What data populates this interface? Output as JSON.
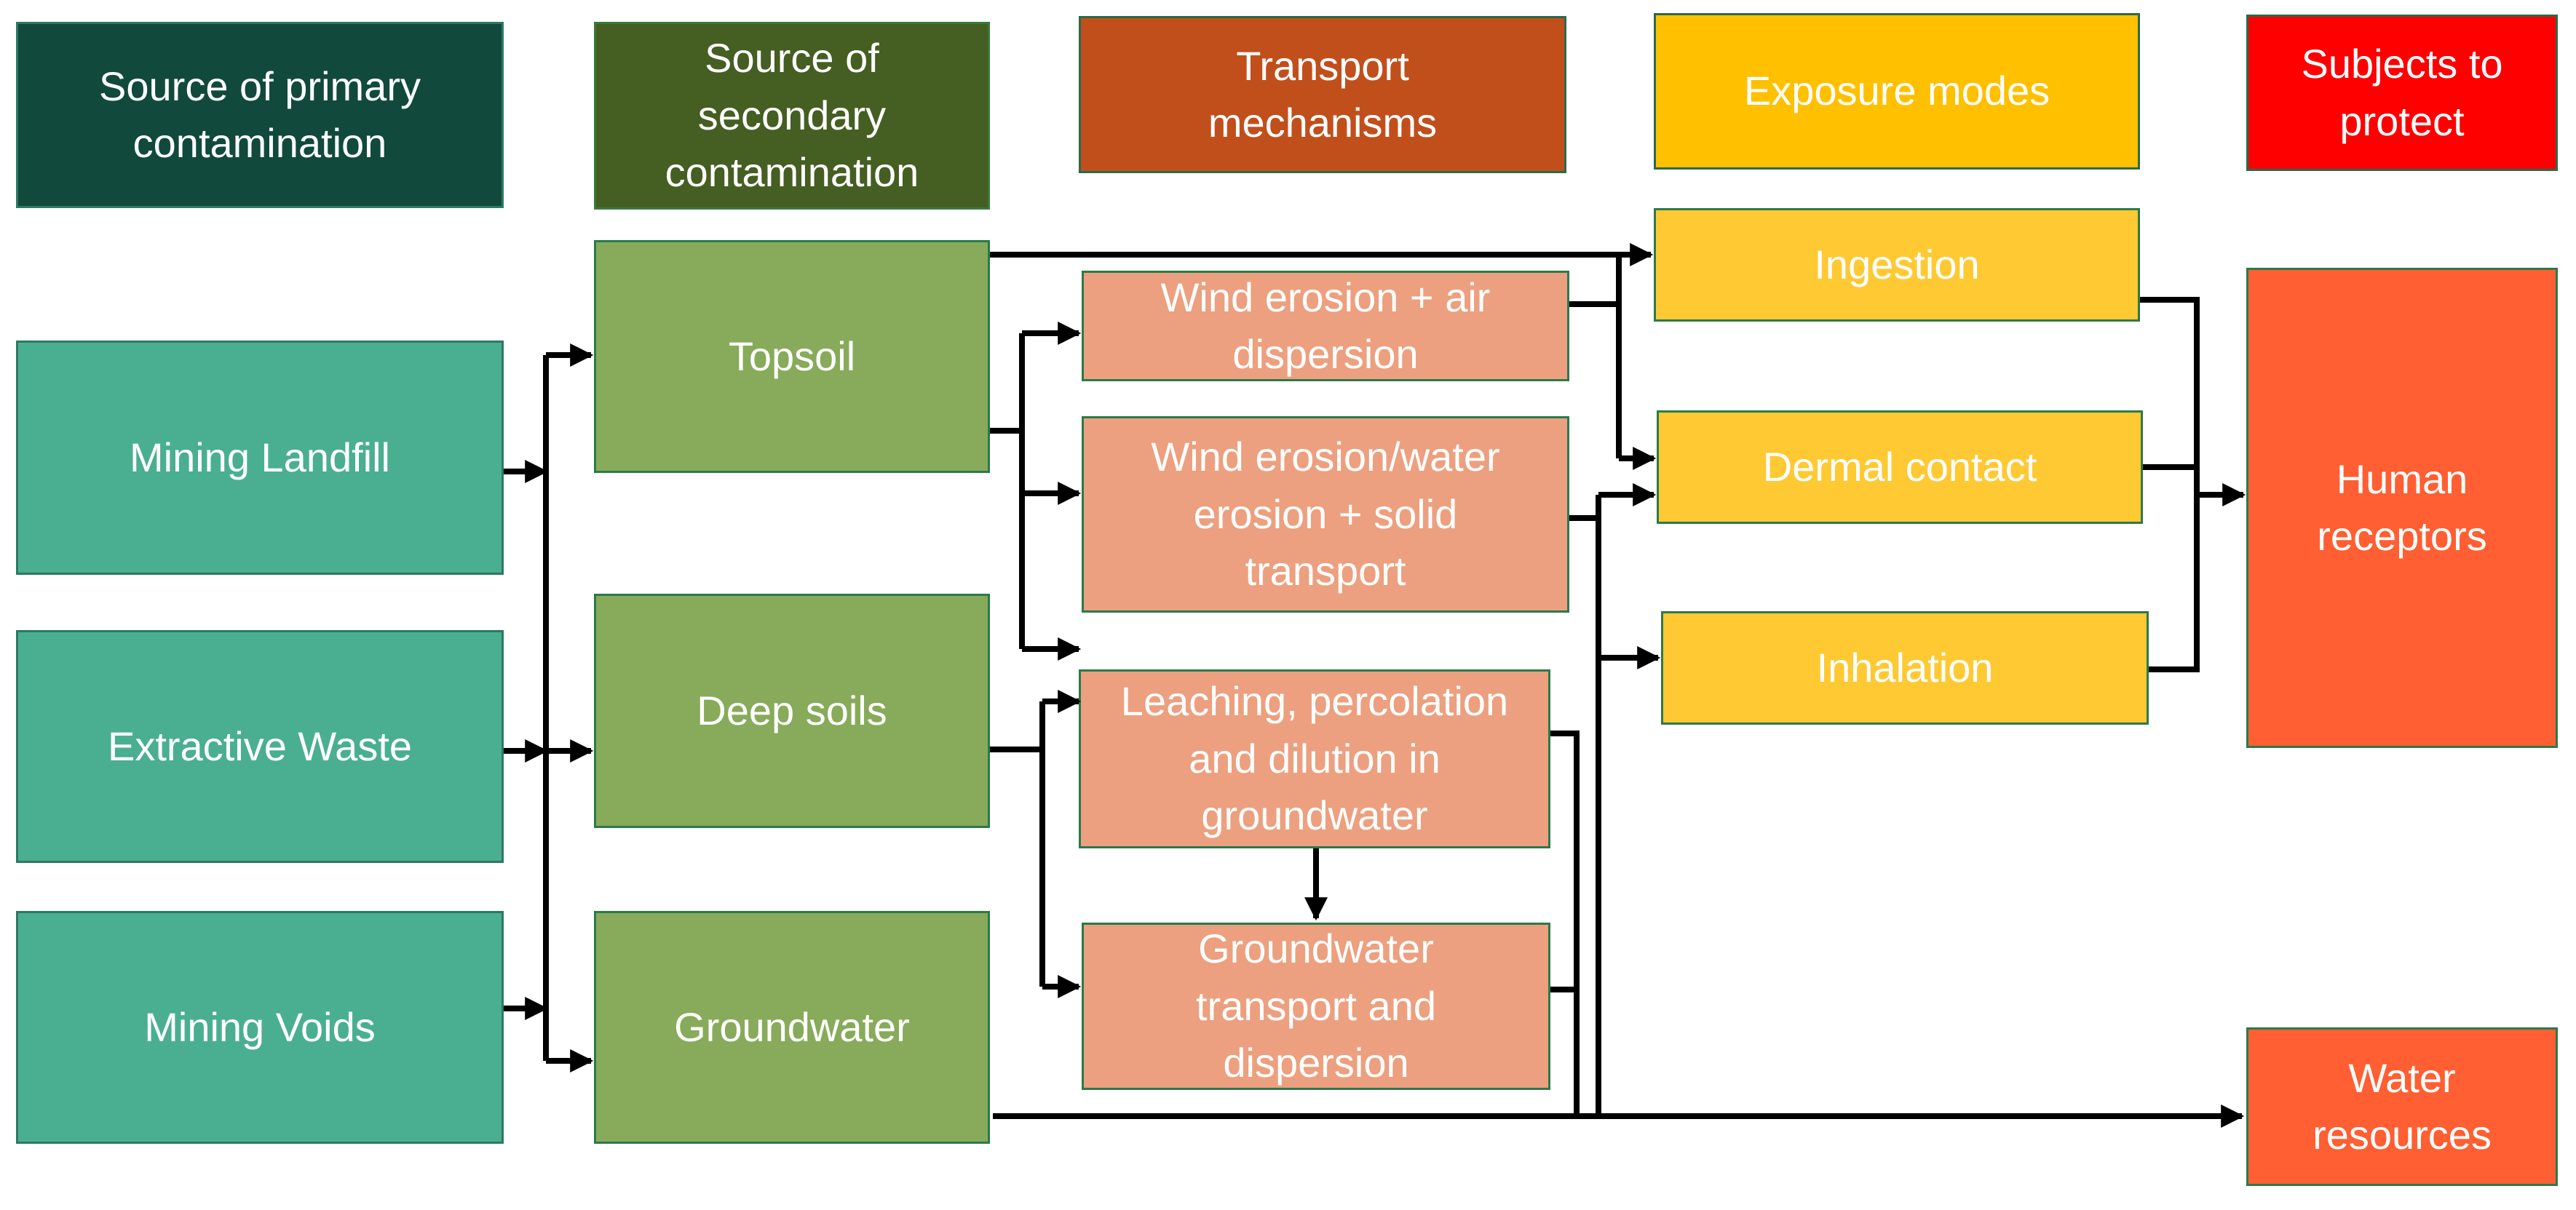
{
  "headers": {
    "primary": "Source of primary\ncontamination",
    "secondary": "Source of\nsecondary\ncontamination",
    "transport": "Transport\nmechanisms",
    "exposure": "Exposure modes",
    "subjects": "Subjects to\nprotect"
  },
  "primary_sources": {
    "landfill": "Mining Landfill",
    "waste": "Extractive Waste",
    "voids": "Mining Voids"
  },
  "secondary_sources": {
    "topsoil": "Topsoil",
    "deep": "Deep soils",
    "groundwater": "Groundwater"
  },
  "transport_mechanisms": {
    "wind_air": "Wind erosion + air\ndispersion",
    "wind_water": "Wind erosion/water\nerosion + solid\ntransport",
    "leaching": "Leaching, percolation\nand dilution in\ngroundwater",
    "gw_transport": "Groundwater\ntransport and\ndispersion"
  },
  "exposure_modes": {
    "ingestion": "Ingestion",
    "dermal": "Dermal contact",
    "inhalation": "Inhalation"
  },
  "subjects": {
    "human": "Human\nreceptors",
    "water": "Water\nresources"
  },
  "colors": {
    "primary_header": "#114a3c",
    "secondary_header": "#455e22",
    "transport_header": "#c14f1c",
    "exposure_header": "#ffc000",
    "subjects_header": "#ff0000",
    "primary_box": "#4aaf91",
    "secondary_box": "#87ab5a",
    "transport_box": "#eca07f",
    "exposure_box": "#ffc934",
    "subject_box": "#ff5f32",
    "arrow": "#000000"
  }
}
